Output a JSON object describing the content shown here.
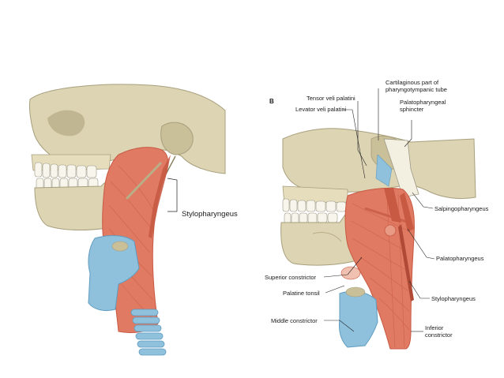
{
  "panel_b": {
    "letter": "B"
  },
  "labels": {
    "stylopharyngeus_a": "Stylopharyngeus",
    "cartilaginous": [
      "Cartilaginous part of",
      "pharyngotympanic tube"
    ],
    "tensor": "Tensor veli palatini",
    "levator": "Levator veli palatini",
    "palatopharyngeal_sphincter": [
      "Palatopharyngeal",
      "sphincter"
    ],
    "salpingopharyngeus": "Salpingopharyngeus",
    "palatopharyngeus": "Palatopharyngeus",
    "superior_constrictor": "Superior constrictor",
    "palatine_tonsil": "Palatine tonsil",
    "stylopharyngeus_b": "Stylopharyngeus",
    "middle_constrictor": "Middle constrictor",
    "inferior_constrictor": [
      "Inferior",
      "constrictor"
    ]
  },
  "colors": {
    "bone": "#ddd4b4",
    "bone_dark": "#b9ae88",
    "teeth": "#f7f5ec",
    "muscle": "#e07a62",
    "muscle_dark": "#c85a44",
    "cartilage": "#8fc1dc",
    "cartilage_dark": "#5f9cc0",
    "leader": "#222222"
  }
}
